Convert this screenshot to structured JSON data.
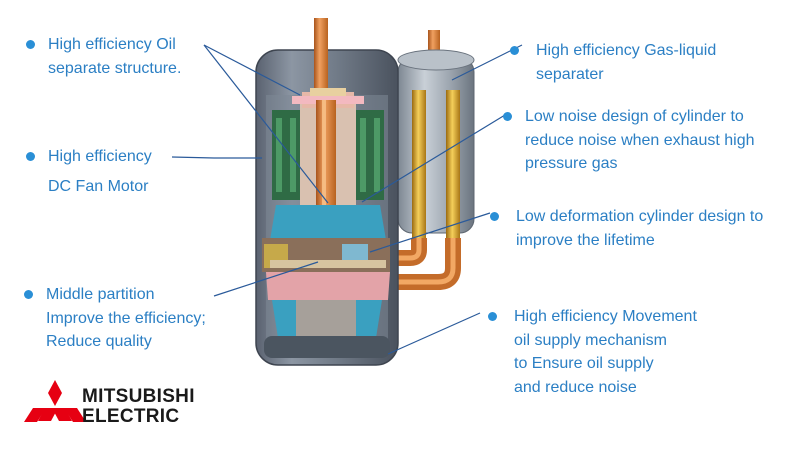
{
  "callouts": [
    {
      "id": "oil-separate",
      "lines": [
        "High efficiency Oil",
        "separate structure."
      ]
    },
    {
      "id": "dc-fan-motor",
      "lines": [
        "High efficiency",
        "DC Fan Motor"
      ]
    },
    {
      "id": "middle-partition",
      "lines": [
        "Middle partition",
        "Improve the efficiency;",
        "Reduce quality"
      ]
    },
    {
      "id": "gas-liquid",
      "lines": [
        "High efficiency Gas-liquid",
        "separater"
      ]
    },
    {
      "id": "low-noise-cylinder",
      "lines": [
        "Low noise design of cylinder to",
        "reduce noise when exhaust high",
        "pressure gas"
      ]
    },
    {
      "id": "low-deformation",
      "lines": [
        "Low deformation cylinder design to",
        "improve the lifetime"
      ]
    },
    {
      "id": "oil-supply",
      "lines": [
        "High efficiency Movement",
        "oil supply mechanism",
        "to Ensure oil supply",
        "and reduce noise"
      ]
    }
  ],
  "brand": {
    "line1": "MITSUBISHI",
    "line2": "ELECTRIC",
    "logo_icon": "three-diamonds-icon",
    "logo_color": "#e60012"
  },
  "colors": {
    "callout_text": "#2b7fc4",
    "bullet": "#2a8fd6",
    "leader_line": "#2a5a9a",
    "shell": "#6f7a88",
    "copper": "#d9813a",
    "separator": "#9aa3ad"
  }
}
